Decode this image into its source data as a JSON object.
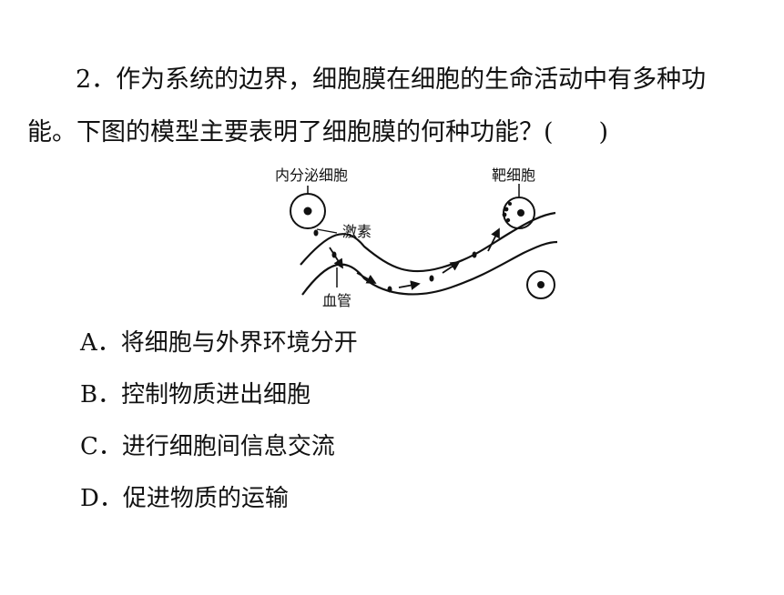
{
  "question": {
    "line1": "2．作为系统的边界，细胞膜在细胞的生命活动中有多种功",
    "line2_text": "能。下图的模型主要表明了细胞膜的何种功能？(",
    "line2_close": ")"
  },
  "diagram": {
    "label_endocrine": "内分泌细胞",
    "label_target": "靶细胞",
    "label_hormone": "激素",
    "label_vessel": "血管"
  },
  "options": [
    {
      "letter": "A．",
      "text": "将细胞与外界环境分开"
    },
    {
      "letter": "B．",
      "text": "控制物质进出细胞"
    },
    {
      "letter": "C．",
      "text": "进行细胞间信息交流"
    },
    {
      "letter": "D．",
      "text": "促进物质的运输"
    }
  ]
}
